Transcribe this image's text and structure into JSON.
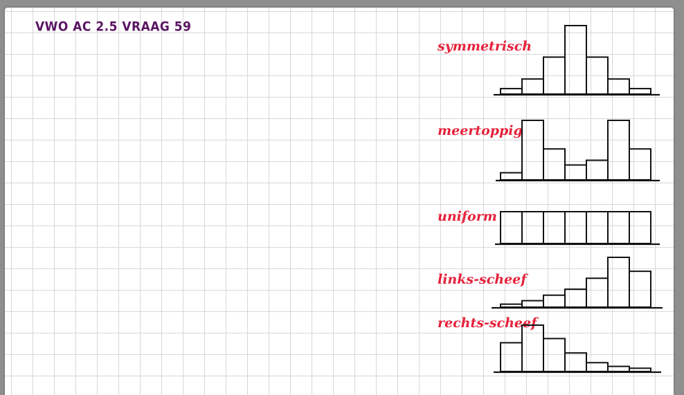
{
  "title": "VWO AC 2.5 VRAAG 59",
  "colors": {
    "title": "#5b1563",
    "label": "#e5213a",
    "ink": "#111111"
  },
  "histograms": [
    {
      "label": "symmetrisch",
      "values": [
        8,
        22,
        54,
        100,
        54,
        22,
        8
      ]
    },
    {
      "label": "meertoppig",
      "values": [
        12,
        100,
        52,
        25,
        33,
        100,
        52
      ]
    },
    {
      "label": "uniform",
      "values": [
        100,
        100,
        100,
        100,
        100,
        100,
        100
      ]
    },
    {
      "label": "links-scheef",
      "values": [
        6,
        13,
        24,
        36,
        58,
        100,
        72
      ]
    },
    {
      "label": "rechts-scheef",
      "values": [
        62,
        100,
        71,
        40,
        19,
        11,
        7
      ]
    }
  ]
}
